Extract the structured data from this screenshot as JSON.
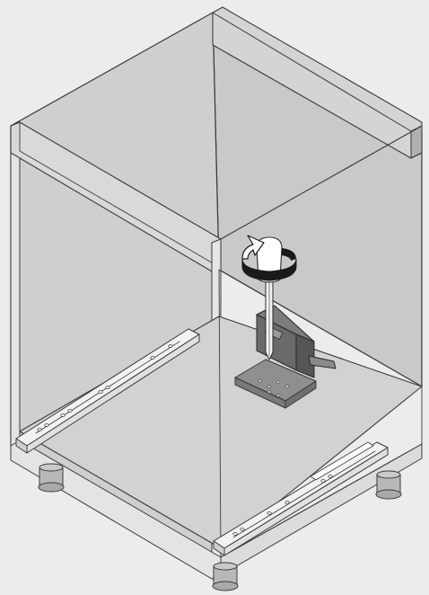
{
  "illustration": {
    "subject": "cabinet-drawer-runner-installation",
    "parts": [
      "cabinet-carcass",
      "top-rail",
      "left-drawer-runner",
      "right-drawer-runner",
      "runner-mounting-jig",
      "screwdriver",
      "rotation-arrow",
      "cabinet-legs"
    ]
  },
  "colors": {
    "background": "#ececec",
    "panel": "#c9c9c9",
    "panel_light": "#d6d6d6",
    "panel_edge": "#e4e4e4",
    "outline": "#3a3a3a",
    "runner": "#f2f2f2",
    "jig": "#8f8f8f",
    "jig_dark": "#5a5a5a",
    "leg": "#b8b8b8",
    "arrow": "#1a1a1a"
  }
}
